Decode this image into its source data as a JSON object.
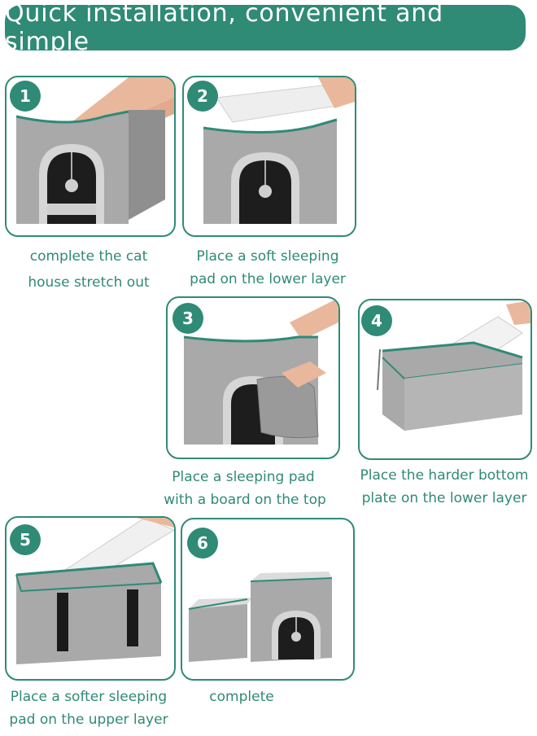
{
  "title": "Quick installation, convenient and simple",
  "colors": {
    "accent": "#2f8a76",
    "box_gray": "#a9a9a9",
    "pad_white": "#e9e9e9"
  },
  "steps": [
    {
      "number": "1",
      "caption_line1": "complete the cat",
      "caption_line2": "house stretch out"
    },
    {
      "number": "2",
      "caption_line1": "Place a soft sleeping",
      "caption_line2": "pad on the lower layer"
    },
    {
      "number": "3",
      "caption_line1": "Place a sleeping pad",
      "caption_line2": "with a board on the top"
    },
    {
      "number": "4",
      "caption_line1": "Place the harder bottom",
      "caption_line2": "plate on the lower layer"
    },
    {
      "number": "5",
      "caption_line1": "Place a softer sleeping",
      "caption_line2": "pad on the upper layer"
    },
    {
      "number": "6",
      "caption_line1": "complete",
      "caption_line2": ""
    }
  ]
}
